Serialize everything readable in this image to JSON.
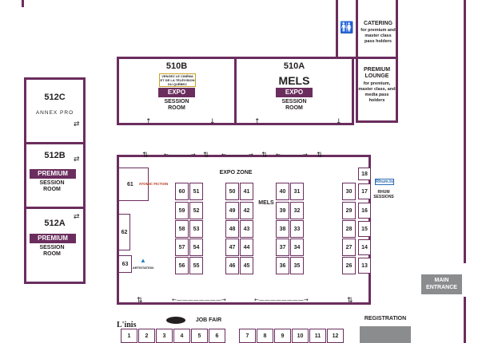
{
  "rooms": {
    "r510b": {
      "number": "510B",
      "sponsor": "VENGEZ LE CINÉMA ET DE LA TÉLÉVISION DU QUÉBEC",
      "badge": "EXPO",
      "sub": "SESSION ROOM"
    },
    "r510a": {
      "number": "510A",
      "sponsor": "MELS",
      "badge": "EXPO",
      "sub": "SESSION ROOM"
    },
    "r512c": {
      "number": "512C",
      "sponsor": "ANNEX PRO"
    },
    "r512b": {
      "number": "512B",
      "badge": "PREMIUM",
      "sub": "SESSION ROOM"
    },
    "r512a": {
      "number": "512A",
      "badge": "PREMIUM",
      "sub": "SESSION ROOM"
    },
    "catering": {
      "title": "CATERING",
      "note": "for premium and master class pass holders"
    },
    "lounge": {
      "title": "PREMIUM LOUNGE",
      "note": "for premium, master class, and media pass holders"
    }
  },
  "expo": {
    "title": "EXPO ZONE",
    "mels_label": "MELS",
    "booth_61_logo": "ATOMIC FICTION",
    "booth_63_logo": "ARTISTATION",
    "rhum_logo": "Rhum.tv",
    "rhum_label": "RHUM SESSIONS"
  },
  "booths": {
    "b18": "18",
    "b17": "17",
    "b16": "16",
    "b15": "15",
    "b14": "14",
    "b13": "13",
    "b61": "61",
    "b62": "62",
    "b63": "63",
    "c1": [
      "60",
      "59",
      "58",
      "57",
      "56"
    ],
    "c2": [
      "51",
      "52",
      "53",
      "54",
      "55"
    ],
    "c3": [
      "50",
      "49",
      "48",
      "47",
      "46"
    ],
    "c4": [
      "41",
      "42",
      "43",
      "44",
      "45"
    ],
    "c5": [
      "40",
      "39",
      "38",
      "37",
      "36"
    ],
    "c6": [
      "31",
      "32",
      "33",
      "34",
      "35"
    ],
    "c7": [
      "30",
      "29",
      "28",
      "27",
      "26"
    ]
  },
  "job_fair": {
    "title": "JOB FAIR",
    "logo_left": "L'inis",
    "logo_mid": "LOGO",
    "booths_left": [
      "1",
      "2",
      "3",
      "4",
      "5",
      "6"
    ],
    "booths_right": [
      "7",
      "8",
      "9",
      "10",
      "11",
      "12"
    ]
  },
  "main_entrance": "MAIN ENTRANCE",
  "registration": "REGISTRATION",
  "icons": {
    "restroom": "restroom-icon",
    "arrows": "double-arrow-icon"
  },
  "colors": {
    "wall": "#6b2d5e",
    "entrance": "#8a8c8e",
    "registration": "#8a8c8e"
  }
}
